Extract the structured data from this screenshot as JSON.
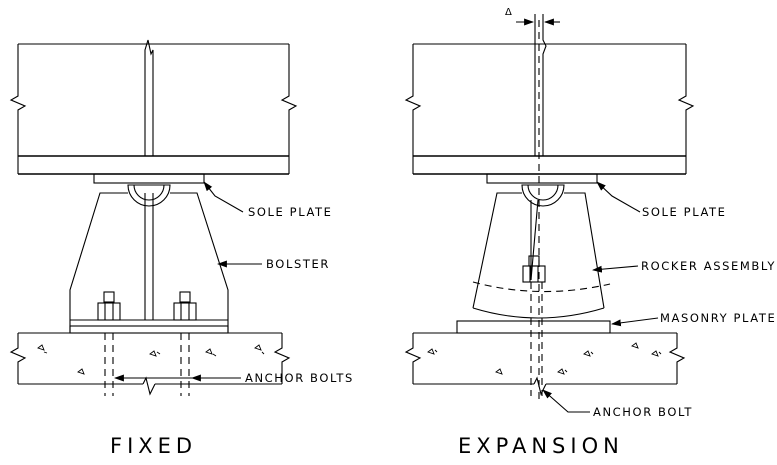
{
  "labels": {
    "fixed": {
      "sole_plate": "SOLE PLATE",
      "bolster": "BOLSTER",
      "anchor_bolts": "ANCHOR BOLTS"
    },
    "expansion": {
      "sole_plate": "SOLE PLATE",
      "rocker_assembly": "ROCKER ASSEMBLY",
      "masonry_plate": "MASONRY PLATE",
      "anchor_bolt": "ANCHOR BOLT",
      "delta": "Δ"
    }
  },
  "captions": {
    "fixed": "FIXED",
    "expansion": "EXPANSION"
  }
}
